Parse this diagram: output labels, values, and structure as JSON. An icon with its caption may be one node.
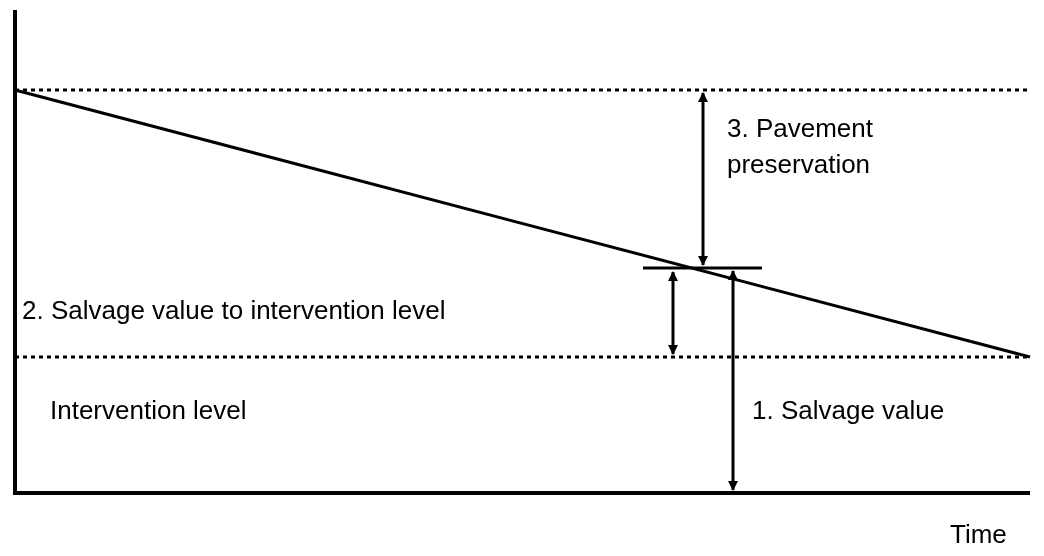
{
  "diagram": {
    "labels": [
      "3. Pavement preservation",
      "2. Salvage value to intervention level",
      "Intervention level",
      "1. Salvage value",
      "Time"
    ]
  }
}
